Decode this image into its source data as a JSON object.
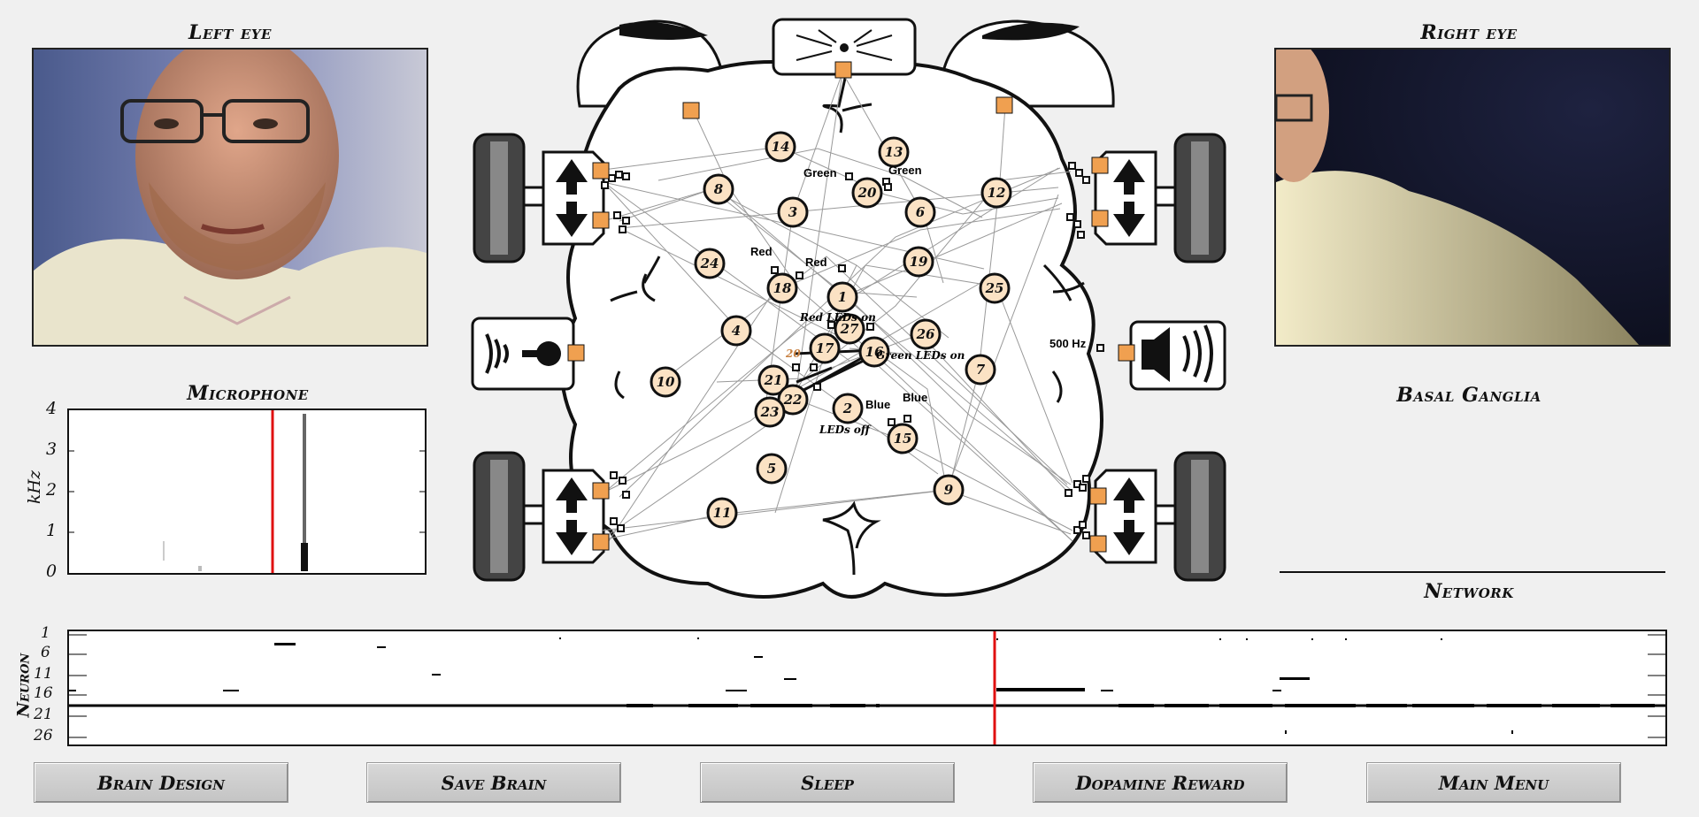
{
  "titles": {
    "left_eye": "Left eye",
    "right_eye": "Right eye",
    "microphone": "Microphone",
    "basal_ganglia": "Basal Ganglia",
    "network": "Network"
  },
  "microphone_plot": {
    "ylabel": "kHz",
    "yticks": [
      "4",
      "3",
      "2",
      "1",
      "0"
    ],
    "line_color": "#e01010"
  },
  "raster": {
    "ylabel": "Neuron",
    "yticks": [
      "1",
      "6",
      "11",
      "16",
      "21",
      "26"
    ],
    "line_color": "#e01010"
  },
  "brain": {
    "neurons": [
      "1",
      "2",
      "3",
      "4",
      "5",
      "6",
      "7",
      "8",
      "9",
      "10",
      "11",
      "12",
      "13",
      "14",
      "15",
      "16",
      "17",
      "18",
      "19",
      "20",
      "21",
      "22",
      "23",
      "24",
      "25",
      "26",
      "27"
    ],
    "labels": {
      "green_1": "Green",
      "green_2": "Green",
      "red_1": "Red",
      "red_2": "Red",
      "blue_1": "Blue",
      "blue_2": "Blue",
      "hz": "500 Hz",
      "red_leds_on": "Red LEDs on",
      "green_leds_on": "Green LEDs on",
      "leds_off": "LEDs off",
      "ghost_20": "20"
    },
    "sensor_color": "#f0a050",
    "neuron_fill": "#fbe2c4"
  },
  "buttons": {
    "brain_design": "Brain Design",
    "save_brain": "Save Brain",
    "sleep": "Sleep",
    "dopamine_reward": "Dopamine Reward",
    "main_menu": "Main Menu"
  }
}
